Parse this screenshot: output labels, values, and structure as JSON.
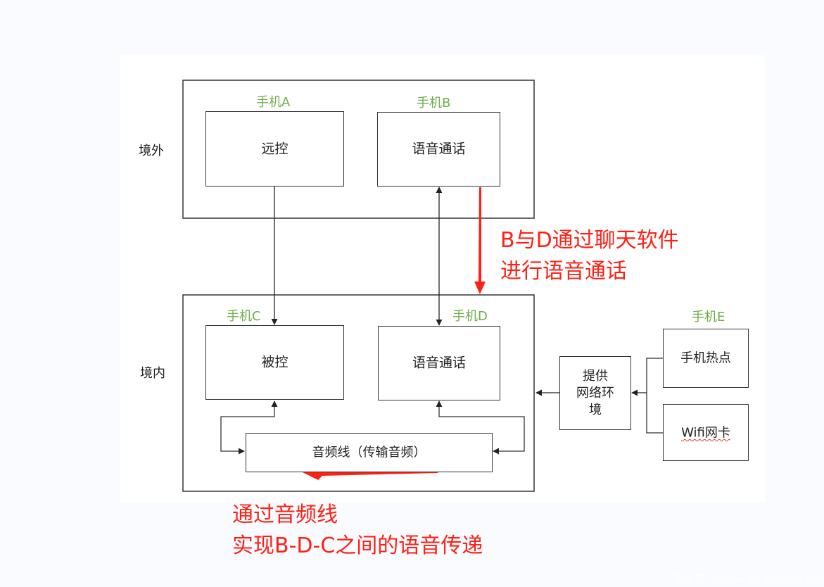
{
  "zones": {
    "outside": "境外",
    "inside": "境内"
  },
  "phones": {
    "a": {
      "label": "手机A",
      "function": "远控"
    },
    "b": {
      "label": "手机B",
      "function": "语音通话"
    },
    "c": {
      "label": "手机C",
      "function": "被控"
    },
    "d": {
      "label": "手机D",
      "function": "语音通话"
    },
    "e": {
      "label": "手机E",
      "options": [
        "手机热点",
        "Wifi网卡"
      ]
    }
  },
  "audio_cable": "音频线（传输音频）",
  "network": "提供网络环境",
  "network_lines": [
    "提供",
    "网络环",
    "境"
  ],
  "annotations": {
    "bd_call": [
      "B与D通过聊天软件",
      "进行语音通话"
    ],
    "audio_path": [
      "通过音频线",
      "实现B-D-C之间的语音传递"
    ]
  },
  "colors": {
    "phone_label": "#70ad47",
    "annotation": "#ff2015",
    "line": "#333333"
  },
  "watermark": "安全客（www.anquanke.com）"
}
